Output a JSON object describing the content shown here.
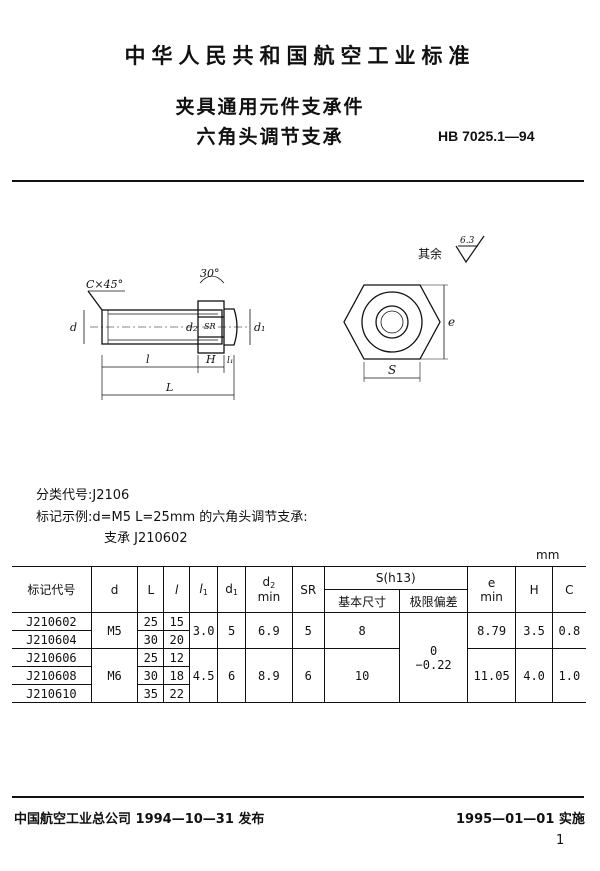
{
  "header": {
    "org_standard": "中华人民共和国航空工业标准"
  },
  "title": {
    "line1": "夹具通用元件支承件",
    "line2": "六角头调节支承",
    "code": "HB 7025.1—94"
  },
  "drawing": {
    "labels": {
      "chamfer": "C×45°",
      "angle": "30°",
      "d": "d",
      "d2": "d₂",
      "sr": "SR",
      "d1": "d₁",
      "l": "l",
      "h": "H",
      "l1": "l₁",
      "L": "L",
      "e": "e",
      "s": "S"
    },
    "roughness": {
      "prefix": "其余",
      "value": "6.3"
    }
  },
  "meta": {
    "classification": "分类代号:J2106",
    "marking_example": "标记示例:d=M5   L=25mm 的六角头调节支承:",
    "marking_result": "支承   J210602"
  },
  "unit": "mm",
  "table": {
    "headers": {
      "code": "标记代号",
      "d": "d",
      "L": "L",
      "l": "l",
      "l1_base": "l",
      "l1_sub": "1",
      "d1_base": "d",
      "d1_sub": "1",
      "d2_base": "d",
      "d2_sub": "2",
      "d2_min": "min",
      "sr": "SR",
      "s": "S(h13)",
      "s_basic": "基本尺寸",
      "s_dev": "极限偏差",
      "e": "e",
      "e_min": "min",
      "H": "H",
      "C": "C"
    },
    "rows": [
      {
        "code": "J210602",
        "L": "25",
        "l": "15"
      },
      {
        "code": "J210604",
        "L": "30",
        "l": "20"
      },
      {
        "code": "J210606",
        "L": "25",
        "l": "12"
      },
      {
        "code": "J210608",
        "L": "30",
        "l": "18"
      },
      {
        "code": "J210610",
        "L": "35",
        "l": "22"
      }
    ],
    "groups": [
      {
        "d": "M5",
        "l1": "3.0",
        "d1": "5",
        "d2": "6.9",
        "sr": "5",
        "s": "8",
        "e": "8.79",
        "H": "3.5",
        "C": "0.8"
      },
      {
        "d": "M6",
        "l1": "4.5",
        "d1": "6",
        "d2": "8.9",
        "sr": "6",
        "s": "10",
        "e": "11.05",
        "H": "4.0",
        "C": "1.0"
      }
    ],
    "deviation_upper": "0",
    "deviation_lower": "−0.22"
  },
  "footer": {
    "issued": "中国航空工业总公司 1994—10—31 发布",
    "effective": "1995—01—01 实施",
    "page": "1"
  }
}
